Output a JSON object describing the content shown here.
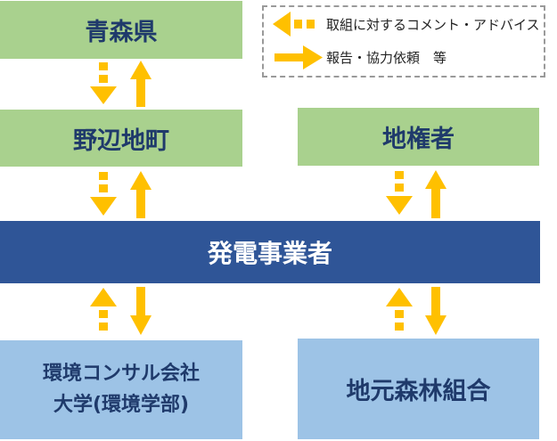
{
  "legend": {
    "dashed_label": "取組に対するコメント・アドバイス",
    "solid_label": "報告・協力依頼　等"
  },
  "nodes": {
    "aomori": "青森県",
    "nobeji": "野辺地町",
    "chikensha": "地権者",
    "hatsuden": "発電事業者",
    "consul_line1": "環境コンサル会社",
    "consul_line2": "大学(環境学部)",
    "shinrin": "地元森林組合"
  },
  "colors": {
    "arrow": "#ffc000",
    "green_box": "#a9d18e",
    "dark_blue_box": "#2f5597",
    "light_blue_box": "#9dc3e6",
    "dark_text": "#1f3a6b"
  }
}
